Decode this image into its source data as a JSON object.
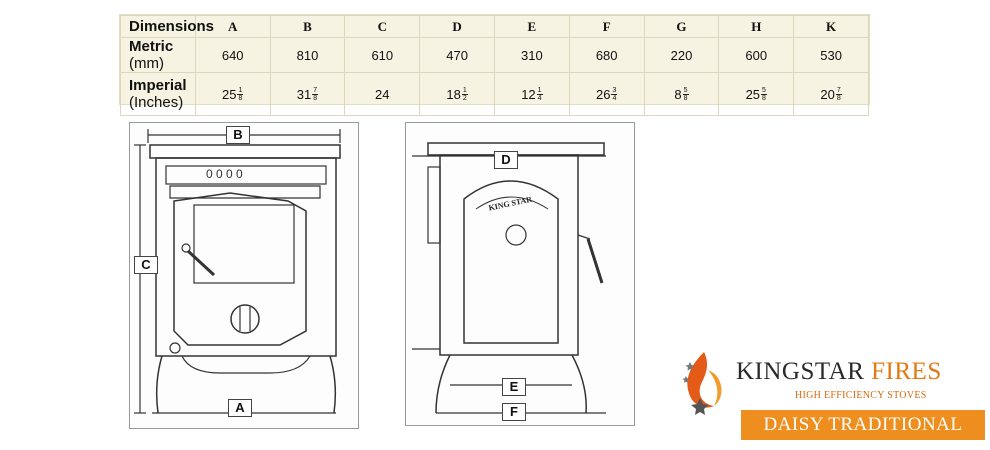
{
  "table": {
    "header": {
      "label": "Dimensions",
      "cols": [
        "A",
        "B",
        "C",
        "D",
        "E",
        "F",
        "G",
        "H",
        "K"
      ]
    },
    "metric": {
      "label_bold": "Metric",
      "label_unit": "(mm)",
      "values": [
        "640",
        "810",
        "610",
        "470",
        "310",
        "680",
        "220",
        "600",
        "530"
      ]
    },
    "imperial": {
      "label_bold": "Imperial",
      "label_unit": "(Inches)",
      "values": [
        {
          "whole": "25",
          "num": "1",
          "den": "8"
        },
        {
          "whole": "31",
          "num": "7",
          "den": "8"
        },
        {
          "whole": "24",
          "num": "",
          "den": ""
        },
        {
          "whole": "18",
          "num": "1",
          "den": "2"
        },
        {
          "whole": "12",
          "num": "1",
          "den": "4"
        },
        {
          "whole": "26",
          "num": "3",
          "den": "4"
        },
        {
          "whole": "8",
          "num": "5",
          "den": "8"
        },
        {
          "whole": "25",
          "num": "5",
          "den": "8"
        },
        {
          "whole": "20",
          "num": "7",
          "den": "8"
        }
      ]
    }
  },
  "front_view": {
    "labels": {
      "top": "B",
      "left": "C",
      "bottom": "A"
    },
    "door_knobs": "0 0 0 0"
  },
  "side_view": {
    "labels": {
      "top": "D",
      "bottom1": "E",
      "bottom2": "F"
    },
    "badge": "KING STAR"
  },
  "logo": {
    "brand_main": "KINGSTAR",
    "brand_accent": "FIRES",
    "tagline": "HIGH EFFICIENCY STOVES",
    "product": "DAISY TRADITIONAL"
  },
  "colors": {
    "accent": "#ee8e1e",
    "table_bg": "#f7f3e2"
  }
}
